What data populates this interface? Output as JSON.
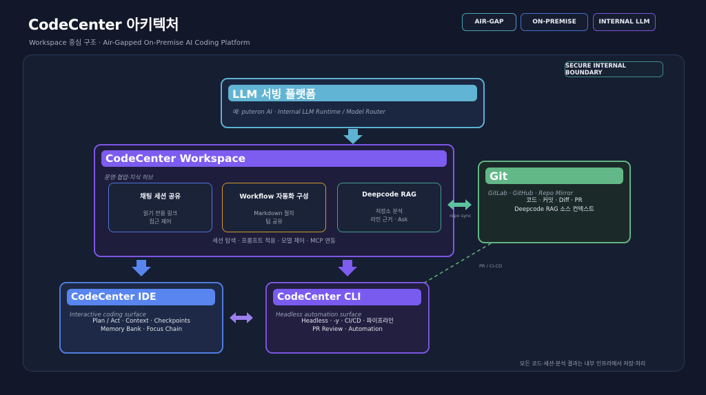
{
  "header": {
    "title": "CodeCenter 아키텍처",
    "subtitle": "Workspace 중심 구조 · Air-Gapped On-Premise AI Coding Platform",
    "badges": [
      "AIR-GAP",
      "ON-PREMISE",
      "INTERNAL LLM"
    ]
  },
  "boundary": {
    "label": "SECURE INTERNAL BOUNDARY",
    "footer": "모든 코드·세션·분석 결과는 내부 인프라에서 저장·처리"
  },
  "llm": {
    "title": "LLM 서빙 플랫폼",
    "desc": "예: puteron AI · Internal LLM Runtime / Model Router"
  },
  "workspace": {
    "title": "CodeCenter Workspace",
    "desc": "운영·협업·지식 허브",
    "modules": [
      {
        "title": "채팅 세션 공유",
        "lines": [
          "읽기 전용 링크",
          "접근 제어"
        ]
      },
      {
        "title": "Workflow 자동화 구성",
        "lines": [
          "Markdown 절차",
          "팀 공유"
        ]
      },
      {
        "title": "Deepcode RAG",
        "lines": [
          "저장소 분석",
          "라인 근거 · Ask"
        ]
      }
    ],
    "footer": "세션 탐색 · 프롬프트 적용 · 모델 제어 · MCP 연동"
  },
  "git": {
    "title": "Git",
    "desc": "GitLab · GitHub · Repo Mirror",
    "lines": [
      "코드 · 커밋 · Diff · PR",
      "Deepcode RAG 소스 컨텍스트"
    ]
  },
  "ide": {
    "title": "CodeCenter IDE",
    "desc": "Interactive coding surface",
    "lines": [
      "Plan / Act · Context · Checkpoints",
      "Memory Bank · Focus Chain"
    ]
  },
  "cli": {
    "title": "CodeCenter CLI",
    "desc": "Headless automation surface",
    "lines": [
      "Headless · -y · CI/CD · 파이프라인",
      "PR Review · Automation"
    ]
  },
  "connectors": {
    "repo_sync": "repo sync",
    "pr_cicd": "PR / CI-CD"
  },
  "colors": {
    "llm": "#61b4d4",
    "workspace": "#7d5cf0",
    "git": "#62b886",
    "ide": "#5885ef",
    "cli": "#7a5bf0",
    "workflow_border": "#d49a2e",
    "rag_border": "#45a08c"
  }
}
